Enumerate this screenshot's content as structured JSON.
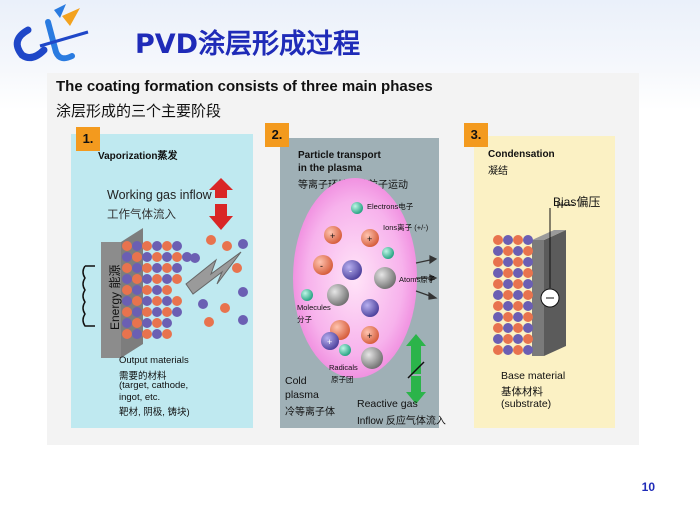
{
  "slide": {
    "title": "PVD涂层形成过程",
    "heading_en": "The coating formation consists of three main phases",
    "heading_zh": "涂层形成的三个主要阶段",
    "page_number": "10"
  },
  "phases": [
    {
      "number": "1.",
      "title": "Vaporization蒸发",
      "gas_inflow_en": "Working gas inflow",
      "gas_inflow_zh": "工作气体流入",
      "energy_label": "Energy 能源",
      "output_en": "Output materials",
      "output_zh": "需要的材料",
      "output_list": "(target, cathode,",
      "output_list2": "ingot, etc.",
      "output_list_zh": "靶材, 阴极, 铸块)"
    },
    {
      "number": "2.",
      "title_line1": "Particle transport",
      "title_line2": "in the plasma",
      "title_zh": "等离子环境中的粒子运动",
      "electrons": "Electrons电子",
      "ions": "Ions离子 (+/-)",
      "atoms": "Atoms原子",
      "molecules": "Molecules",
      "molecules_zh": "分子",
      "radicals": "Radicals",
      "radicals_zh": "原子团",
      "cold_plasma_1": "Cold",
      "cold_plasma_2": "plasma",
      "cold_plasma_zh": "冷等离子体",
      "reactive_gas_1": "Reactive gas",
      "reactive_gas_2": "Inflow 反应气体流入"
    },
    {
      "number": "3.",
      "title_en": "Condensation",
      "title_zh": "凝结",
      "bias": "Bias偏压",
      "base_en": "Base material",
      "base_zh": "基体材料",
      "base_paren": "(substrate)"
    }
  ],
  "colors": {
    "title_blue": "#1f2bb8",
    "badge_orange": "#f39a1e",
    "phase1_bg": "#bfe9f0",
    "phase2_bg": "#9fb0b6",
    "phase3_bg": "#fbf1c4",
    "atom_orange": "#e8734e",
    "atom_purple": "#6b5fb3",
    "electron_green": "#3cc3a0",
    "plasma_pink": "#f08ee0",
    "arrow_red": "#d92626",
    "arrow_green": "#2bb44a"
  }
}
